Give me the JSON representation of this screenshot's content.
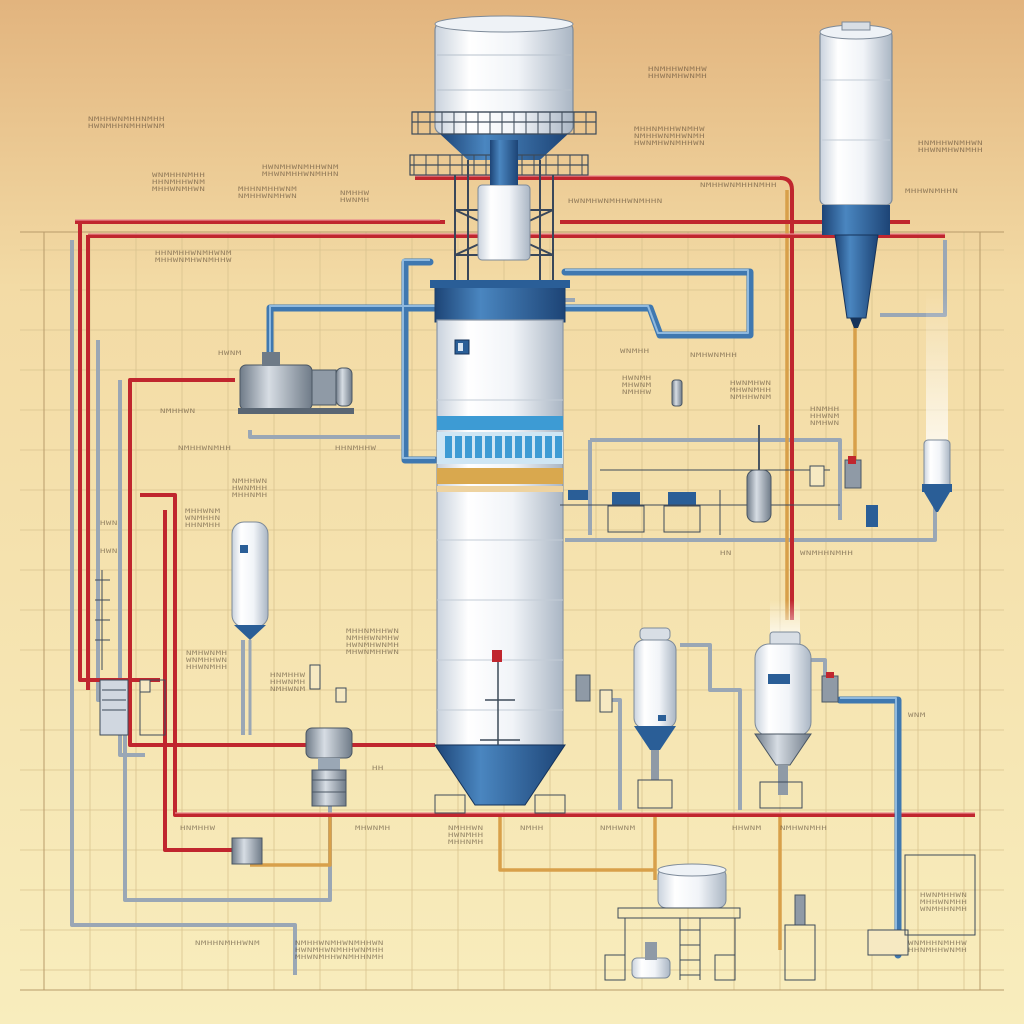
{
  "colors": {
    "background_top": "#e2b47e",
    "background_bottom": "#f8edbd",
    "grid_line": "#d9c38f",
    "hot_line": "#c0262e",
    "cooling_line": "#3f78b0",
    "transfer_line": "#d8a04a",
    "utility_line": "#9aa7b5",
    "vessel_body": "#f4f6f9",
    "vessel_accent": "#2a5e97",
    "band_blue": "#3d9bd4",
    "band_gold": "#d9a84e"
  },
  "equipment": [
    {
      "id": "main-column",
      "kind": "distillation column with conical bottom",
      "icon": "column-icon"
    },
    {
      "id": "overhead-tank",
      "kind": "storage tank on structural platform",
      "icon": "tank-icon"
    },
    {
      "id": "cyclone-separator",
      "kind": "tall silo with conical hopper",
      "icon": "silo-icon"
    },
    {
      "id": "feed-pump",
      "kind": "horizontal motor pump",
      "icon": "pump-icon"
    },
    {
      "id": "reflux-drum-left",
      "kind": "small vertical vessel",
      "icon": "vessel-icon"
    },
    {
      "id": "reactor-small",
      "kind": "vertical vessel with cone bottom",
      "icon": "vessel-icon"
    },
    {
      "id": "reactor-large",
      "kind": "vertical vessel with cone bottom",
      "icon": "vessel-icon"
    },
    {
      "id": "filter-unit",
      "kind": "small cylindrical filter",
      "icon": "filter-icon"
    },
    {
      "id": "heat-exchanger",
      "kind": "compact exchanger block",
      "icon": "exchanger-icon"
    },
    {
      "id": "tank-farm",
      "kind": "low tank on stand with ladder",
      "icon": "tank-icon"
    }
  ]
}
